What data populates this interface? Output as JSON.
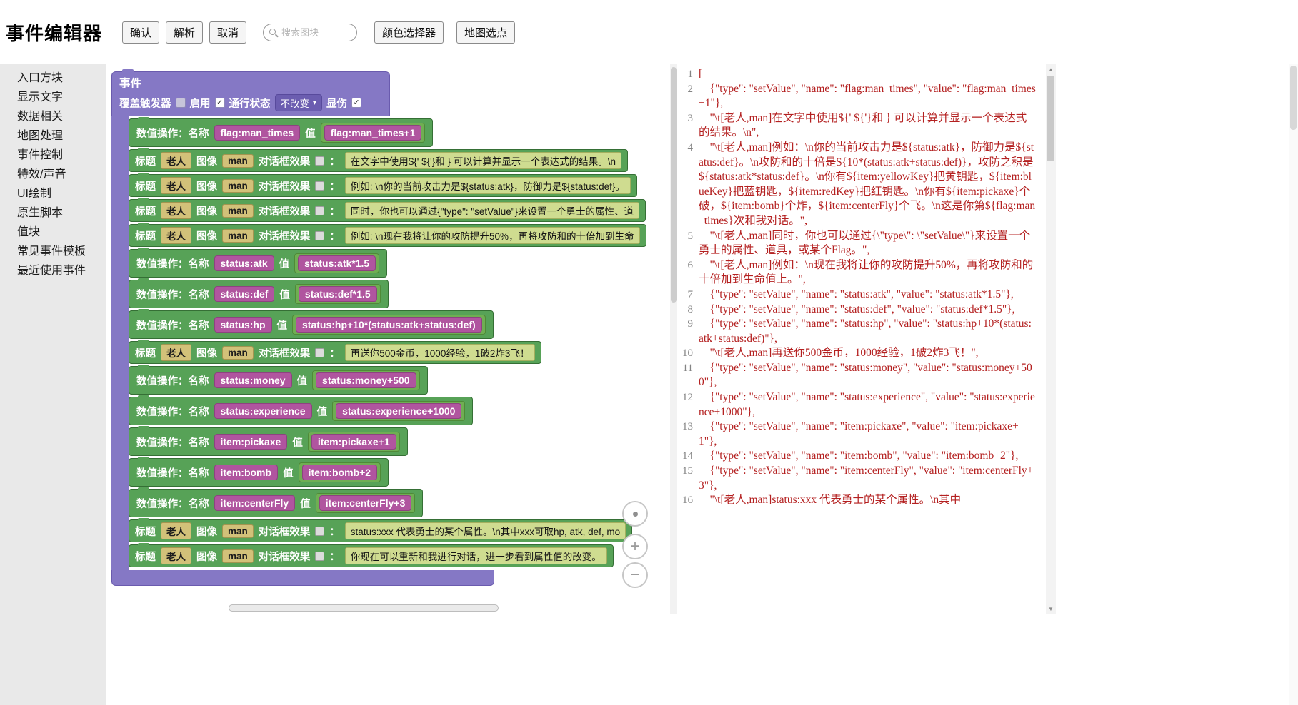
{
  "colors": {
    "event_purple": "#8578c5",
    "action_green": "#57a257",
    "value_pink": "#b0559f",
    "field_tan": "#d2c179",
    "field_olive": "#cfdc90",
    "code_red": "#b42020",
    "sidebar_gray": "#e9e9e9"
  },
  "header": {
    "title": "事件编辑器",
    "confirm": "确认",
    "parse": "解析",
    "cancel": "取消",
    "search_placeholder": "搜索图块",
    "color_picker": "颜色选择器",
    "map_pick": "地图选点"
  },
  "sidebar": {
    "items": [
      {
        "label": "入口方块"
      },
      {
        "label": "显示文字"
      },
      {
        "label": "数据相关"
      },
      {
        "label": "地图处理"
      },
      {
        "label": "事件控制"
      },
      {
        "label": "特效/声音"
      },
      {
        "label": "UI绘制"
      },
      {
        "label": "原生脚本"
      },
      {
        "label": "值块"
      },
      {
        "label": "常见事件模板"
      },
      {
        "label": "最近使用事件"
      }
    ]
  },
  "canvas": {
    "event": {
      "title": "事件",
      "fields": {
        "trigger_label": "覆盖触发器",
        "trigger_checked": false,
        "enable_label": "启用",
        "enable_checked": true,
        "pass_label": "通行状态",
        "pass_value": "不改变",
        "damage_label": "显伤",
        "damage_checked": true
      },
      "labels": {
        "sv_name": "数值操作：名称",
        "sv_value": "值",
        "dg_title": "标题",
        "dg_image": "图像",
        "dg_effect": "对话框效果",
        "dg_colon": "："
      },
      "children": [
        {
          "kind": "setValue",
          "name": "flag:man_times",
          "value": "flag:man_times+1"
        },
        {
          "kind": "dialog",
          "title": "老人",
          "image": "man",
          "text": "在文字中使用${' ${'}和 } 可以计算并显示一个表达式的结果。\\n"
        },
        {
          "kind": "dialog",
          "title": "老人",
          "image": "man",
          "text": "例如: \\n你的当前攻击力是${status:atk}，防御力是${status:def}。"
        },
        {
          "kind": "dialog",
          "title": "老人",
          "image": "man",
          "text": "同时，你也可以通过{\"type\": \"setValue\"}来设置一个勇士的属性、道"
        },
        {
          "kind": "dialog",
          "title": "老人",
          "image": "man",
          "text": "例如: \\n现在我将让你的攻防提升50%，再将攻防和的十倍加到生命"
        },
        {
          "kind": "setValue",
          "name": "status:atk",
          "value": "status:atk*1.5"
        },
        {
          "kind": "setValue",
          "name": "status:def",
          "value": "status:def*1.5"
        },
        {
          "kind": "setValue",
          "name": "status:hp",
          "value": "status:hp+10*(status:atk+status:def)"
        },
        {
          "kind": "dialog",
          "title": "老人",
          "image": "man",
          "text": "再送你500金币，1000经验，1破2炸3飞！"
        },
        {
          "kind": "setValue",
          "name": "status:money",
          "value": "status:money+500"
        },
        {
          "kind": "setValue",
          "name": "status:experience",
          "value": "status:experience+1000"
        },
        {
          "kind": "setValue",
          "name": "item:pickaxe",
          "value": "item:pickaxe+1"
        },
        {
          "kind": "setValue",
          "name": "item:bomb",
          "value": "item:bomb+2"
        },
        {
          "kind": "setValue",
          "name": "item:centerFly",
          "value": "item:centerFly+3"
        },
        {
          "kind": "dialog",
          "title": "老人",
          "image": "man",
          "text": "status:xxx 代表勇士的某个属性。\\n其中xxx可取hp, atk, def, mo"
        },
        {
          "kind": "dialog",
          "title": "老人",
          "image": "man",
          "text": "你现在可以重新和我进行对话，进一步看到属性值的改变。"
        }
      ]
    }
  },
  "code": {
    "lines": [
      {
        "num": 1,
        "text": "["
      },
      {
        "num": 2,
        "text": "    {\"type\": \"setValue\", \"name\": \"flag:man_times\", \"value\": \"flag:man_times+1\"},"
      },
      {
        "num": 3,
        "text": "    \"\\t[老人,man]在文字中使用${' ${'}和 } 可以计算并显示一个表达式的结果。\\n\","
      },
      {
        "num": 4,
        "text": "    \"\\t[老人,man]例如：\\n你的当前攻击力是${status:atk}，防御力是${status:def}。\\n攻防和的十倍是${10*(status:atk+status:def)}，攻防之积是${status:atk*status:def}。\\n你有${item:yellowKey}把黄钥匙，${item:blueKey}把蓝钥匙，${item:redKey}把红钥匙。\\n你有${item:pickaxe}个破，${item:bomb}个炸，${item:centerFly}个飞。\\n这是你第${flag:man_times}次和我对话。\","
      },
      {
        "num": 5,
        "text": "    \"\\t[老人,man]同时，你也可以通过{\\\"type\\\": \\\"setValue\\\"}来设置一个勇士的属性、道具，或某个Flag。\","
      },
      {
        "num": 6,
        "text": "    \"\\t[老人,man]例如：\\n现在我将让你的攻防提升50%，再将攻防和的十倍加到生命值上。\","
      },
      {
        "num": 7,
        "text": "    {\"type\": \"setValue\", \"name\": \"status:atk\", \"value\": \"status:atk*1.5\"},"
      },
      {
        "num": 8,
        "text": "    {\"type\": \"setValue\", \"name\": \"status:def\", \"value\": \"status:def*1.5\"},"
      },
      {
        "num": 9,
        "text": "    {\"type\": \"setValue\", \"name\": \"status:hp\", \"value\": \"status:hp+10*(status:atk+status:def)\"},"
      },
      {
        "num": 10,
        "text": "    \"\\t[老人,man]再送你500金币，1000经验，1破2炸3飞！\","
      },
      {
        "num": 11,
        "text": "    {\"type\": \"setValue\", \"name\": \"status:money\", \"value\": \"status:money+500\"},"
      },
      {
        "num": 12,
        "text": "    {\"type\": \"setValue\", \"name\": \"status:experience\", \"value\": \"status:experience+1000\"},"
      },
      {
        "num": 13,
        "text": "    {\"type\": \"setValue\", \"name\": \"item:pickaxe\", \"value\": \"item:pickaxe+1\"},"
      },
      {
        "num": 14,
        "text": "    {\"type\": \"setValue\", \"name\": \"item:bomb\", \"value\": \"item:bomb+2\"},"
      },
      {
        "num": 15,
        "text": "    {\"type\": \"setValue\", \"name\": \"item:centerFly\", \"value\": \"item:centerFly+3\"},"
      },
      {
        "num": 16,
        "text": "    \"\\t[老人,man]status:xxx 代表勇士的某个属性。\\n其中"
      }
    ]
  }
}
